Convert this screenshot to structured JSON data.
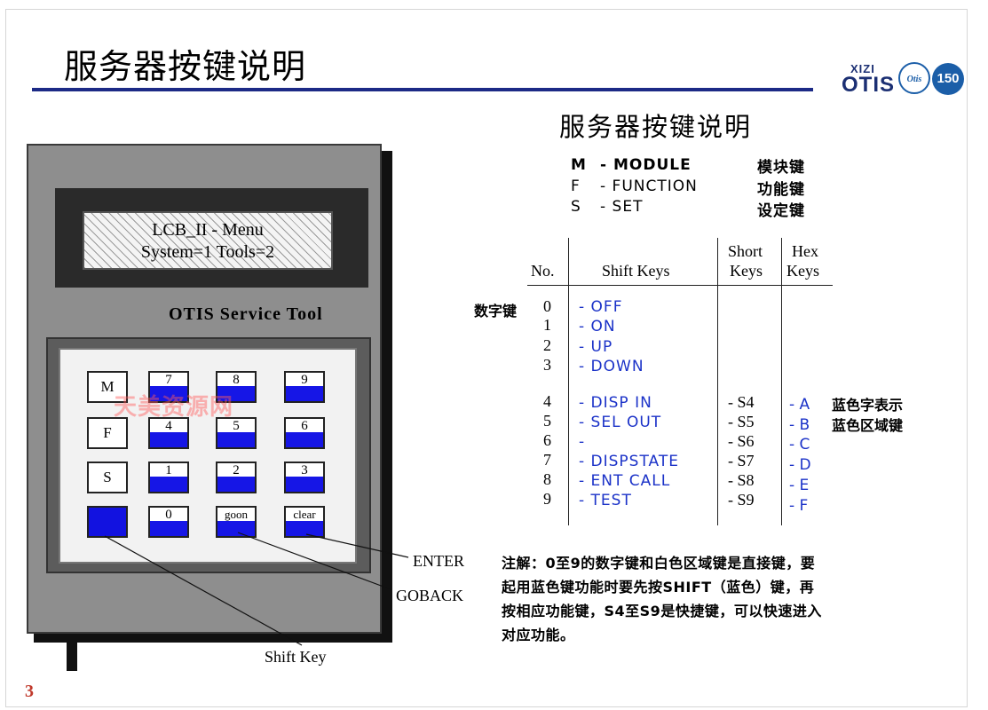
{
  "slide": {
    "title": "服务器按键说明",
    "page_number": "3",
    "watermark": "天美资源网"
  },
  "logo": {
    "xizi": "XIZI",
    "otis": "OTIS",
    "seal": "Otis",
    "anniversary": "150"
  },
  "device": {
    "lcd_line1": "LCB_II - Menu",
    "lcd_line2": "System=1  Tools=2",
    "brand": "OTIS   Service Tool",
    "keys": {
      "m": "M",
      "f": "F",
      "s": "S",
      "k7": "7",
      "k8": "8",
      "k9": "9",
      "k4": "4",
      "k5": "5",
      "k6": "6",
      "k1": "1",
      "k2": "2",
      "k3": "3",
      "k0": "0",
      "goon": "goon",
      "clear": "clear"
    },
    "callouts": {
      "enter": "ENTER",
      "goback": "GOBACK",
      "shift": "Shift Key"
    }
  },
  "legend": {
    "title": "服务器按键说明",
    "rows": [
      {
        "key": "M",
        "text": "- MODULE",
        "cn": "模块键"
      },
      {
        "key": "F",
        "text": "-  FUNCTION",
        "cn": "功能键"
      },
      {
        "key": "S",
        "text": "-  SET",
        "cn": "设定键"
      }
    ]
  },
  "table": {
    "headers": {
      "no": "No.",
      "shift_keys": "Shift  Keys",
      "short_1": "Short",
      "short_2": "Keys",
      "hex_1": "Hex",
      "hex_2": "Keys"
    },
    "side_label": "数字键",
    "rows": [
      {
        "no": "0",
        "shift": "- OFF",
        "short": "",
        "hex": ""
      },
      {
        "no": "1",
        "shift": "- ON",
        "short": "",
        "hex": ""
      },
      {
        "no": "2",
        "shift": "- UP",
        "short": "",
        "hex": ""
      },
      {
        "no": "3",
        "shift": "- DOWN",
        "short": "",
        "hex": ""
      },
      {
        "no": "4",
        "shift": "- DISP IN",
        "short": "-  S4",
        "hex": "- A"
      },
      {
        "no": "5",
        "shift": "- SEL OUT",
        "short": "-  S5",
        "hex": "- B"
      },
      {
        "no": "6",
        "shift": "-",
        "short": "-  S6",
        "hex": "- C"
      },
      {
        "no": "7",
        "shift": "- DISPSTATE",
        "short": "-  S7",
        "hex": "- D"
      },
      {
        "no": "8",
        "shift": "- ENT CALL",
        "short": "-  S8",
        "hex": "- E"
      },
      {
        "no": "9",
        "shift": "- TEST",
        "short": "-  S9",
        "hex": "- F"
      }
    ],
    "notes": {
      "a": "蓝色字表示",
      "b": "蓝色区域键"
    }
  },
  "note": {
    "line1": "注解：0至9的数字键和白色区域键是直接键，要",
    "line2": "起用蓝色键功能时要先按SHIFT（蓝色）键，再",
    "line3": "按相应功能键，S4至S9是快捷键，可以快速进入",
    "line4": "对应功能。"
  }
}
